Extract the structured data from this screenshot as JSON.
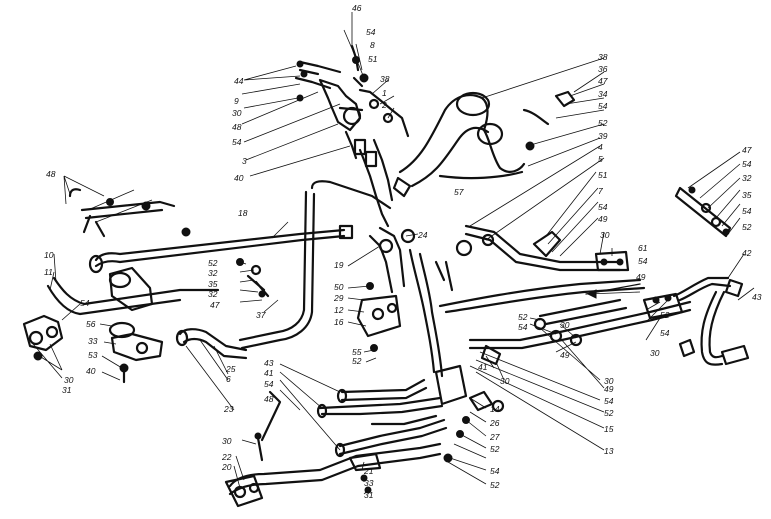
{
  "callouts": [
    {
      "id": "c46a",
      "text": "46"
    },
    {
      "id": "c54a",
      "text": "54"
    },
    {
      "id": "c8a",
      "text": "8"
    },
    {
      "id": "c51a",
      "text": "51"
    },
    {
      "id": "c44",
      "text": "44"
    },
    {
      "id": "c9",
      "text": "9"
    },
    {
      "id": "c30a",
      "text": "30"
    },
    {
      "id": "c48a",
      "text": "48"
    },
    {
      "id": "c54b",
      "text": "54"
    },
    {
      "id": "c38a",
      "text": "38"
    },
    {
      "id": "c1",
      "text": "1"
    },
    {
      "id": "c2",
      "text": "2"
    },
    {
      "id": "c3",
      "text": "3"
    },
    {
      "id": "c40a",
      "text": "40"
    },
    {
      "id": "c38b",
      "text": "38"
    },
    {
      "id": "c36",
      "text": "36"
    },
    {
      "id": "c47a",
      "text": "47"
    },
    {
      "id": "c34",
      "text": "34"
    },
    {
      "id": "c54c",
      "text": "54"
    },
    {
      "id": "c52a",
      "text": "52"
    },
    {
      "id": "c39",
      "text": "39"
    },
    {
      "id": "c4",
      "text": "4"
    },
    {
      "id": "c5",
      "text": "5"
    },
    {
      "id": "c57",
      "text": "57"
    },
    {
      "id": "c51b",
      "text": "51"
    },
    {
      "id": "c7",
      "text": "7"
    },
    {
      "id": "c54d",
      "text": "54"
    },
    {
      "id": "c49a",
      "text": "49"
    },
    {
      "id": "c30b",
      "text": "30"
    },
    {
      "id": "c61",
      "text": "61"
    },
    {
      "id": "c54e",
      "text": "54"
    },
    {
      "id": "c49b",
      "text": "49"
    },
    {
      "id": "c47b",
      "text": "47"
    },
    {
      "id": "c54f",
      "text": "54"
    },
    {
      "id": "c32a",
      "text": "32"
    },
    {
      "id": "c35a",
      "text": "35"
    },
    {
      "id": "c54g",
      "text": "54"
    },
    {
      "id": "c52b",
      "text": "52"
    },
    {
      "id": "c42",
      "text": "42"
    },
    {
      "id": "c43a",
      "text": "43"
    },
    {
      "id": "c48b",
      "text": "48"
    },
    {
      "id": "c18",
      "text": "18"
    },
    {
      "id": "c10",
      "text": "10"
    },
    {
      "id": "c11",
      "text": "11"
    },
    {
      "id": "c54h",
      "text": "54"
    },
    {
      "id": "c56",
      "text": "56"
    },
    {
      "id": "c33a",
      "text": "33"
    },
    {
      "id": "c53a",
      "text": "53"
    },
    {
      "id": "c40b",
      "text": "40"
    },
    {
      "id": "c30c",
      "text": "30"
    },
    {
      "id": "c31a",
      "text": "31"
    },
    {
      "id": "c52c",
      "text": "52"
    },
    {
      "id": "c32b",
      "text": "32"
    },
    {
      "id": "c35b",
      "text": "35"
    },
    {
      "id": "c32c",
      "text": "32"
    },
    {
      "id": "c47c",
      "text": "47"
    },
    {
      "id": "c37",
      "text": "37"
    },
    {
      "id": "c24",
      "text": "24"
    },
    {
      "id": "c19",
      "text": "19"
    },
    {
      "id": "c50",
      "text": "50"
    },
    {
      "id": "c29",
      "text": "29"
    },
    {
      "id": "c12",
      "text": "12"
    },
    {
      "id": "c16",
      "text": "16"
    },
    {
      "id": "c55",
      "text": "55"
    },
    {
      "id": "c52d",
      "text": "52"
    },
    {
      "id": "c52e",
      "text": "52"
    },
    {
      "id": "c54i",
      "text": "54"
    },
    {
      "id": "c30d",
      "text": "30"
    },
    {
      "id": "c49c",
      "text": "49"
    },
    {
      "id": "c41a",
      "text": "41"
    },
    {
      "id": "c30e",
      "text": "30"
    },
    {
      "id": "c30f",
      "text": "30"
    },
    {
      "id": "c49d",
      "text": "49"
    },
    {
      "id": "c54j",
      "text": "54"
    },
    {
      "id": "c52f",
      "text": "52"
    },
    {
      "id": "c15",
      "text": "15"
    },
    {
      "id": "c13",
      "text": "13"
    },
    {
      "id": "c25",
      "text": "25"
    },
    {
      "id": "c6",
      "text": "6"
    },
    {
      "id": "c23",
      "text": "23"
    },
    {
      "id": "c43b",
      "text": "43"
    },
    {
      "id": "c41b",
      "text": "41"
    },
    {
      "id": "c54k",
      "text": "54"
    },
    {
      "id": "c48c",
      "text": "48"
    },
    {
      "id": "c14",
      "text": "14"
    },
    {
      "id": "c26",
      "text": "26"
    },
    {
      "id": "c27",
      "text": "27"
    },
    {
      "id": "c52g",
      "text": "52"
    },
    {
      "id": "c54l",
      "text": "54"
    },
    {
      "id": "c52h",
      "text": "52"
    },
    {
      "id": "c30g",
      "text": "30"
    },
    {
      "id": "c22",
      "text": "22"
    },
    {
      "id": "c20",
      "text": "20"
    },
    {
      "id": "c21",
      "text": "21"
    },
    {
      "id": "c33b",
      "text": "33"
    },
    {
      "id": "c31b",
      "text": "31"
    }
  ]
}
